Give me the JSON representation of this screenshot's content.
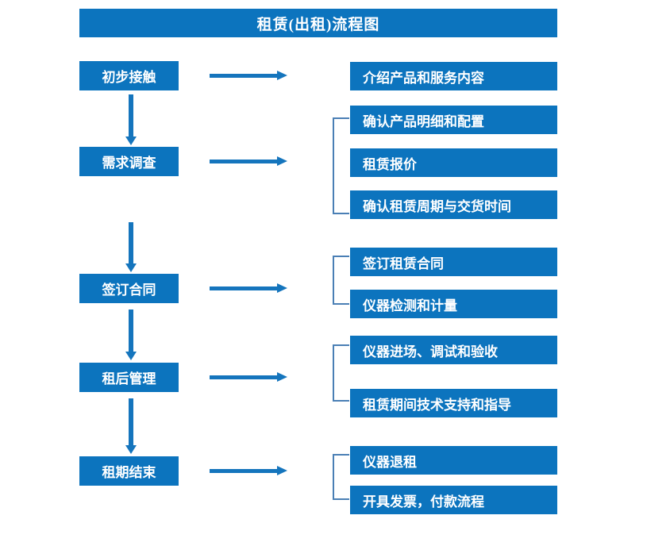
{
  "title": "租赁(出租)流程图",
  "colors": {
    "node_fill": "#0c74be",
    "node_text": "#ffffff",
    "arrow": "#1575bd",
    "bracket": "#4a7fb5",
    "background": "#ffffff"
  },
  "flow": {
    "stages": [
      {
        "id": "stage-1",
        "label": "初步接触"
      },
      {
        "id": "stage-2",
        "label": "需求调查"
      },
      {
        "id": "stage-3",
        "label": "签订合同"
      },
      {
        "id": "stage-4",
        "label": "租后管理"
      },
      {
        "id": "stage-5",
        "label": "租期结束"
      }
    ],
    "details": [
      {
        "id": "detail-1",
        "label": "介绍产品和服务内容",
        "group": 1
      },
      {
        "id": "detail-2",
        "label": "确认产品明细和配置",
        "group": 2
      },
      {
        "id": "detail-3",
        "label": "租赁报价",
        "group": 2
      },
      {
        "id": "detail-4",
        "label": "确认租赁周期与交货时间",
        "group": 2
      },
      {
        "id": "detail-5",
        "label": "签订租赁合同",
        "group": 3
      },
      {
        "id": "detail-6",
        "label": "仪器检测和计量",
        "group": 3
      },
      {
        "id": "detail-7",
        "label": "仪器进场、调试和验收",
        "group": 4
      },
      {
        "id": "detail-8",
        "label": "租赁期间技术支持和指导",
        "group": 4
      },
      {
        "id": "detail-9",
        "label": "仪器退租",
        "group": 5
      },
      {
        "id": "detail-10",
        "label": "开具发票，付款流程",
        "group": 5
      }
    ],
    "connectors": {
      "horizontal_arrows": 5,
      "vertical_arrows": 4,
      "brackets": 4
    }
  }
}
